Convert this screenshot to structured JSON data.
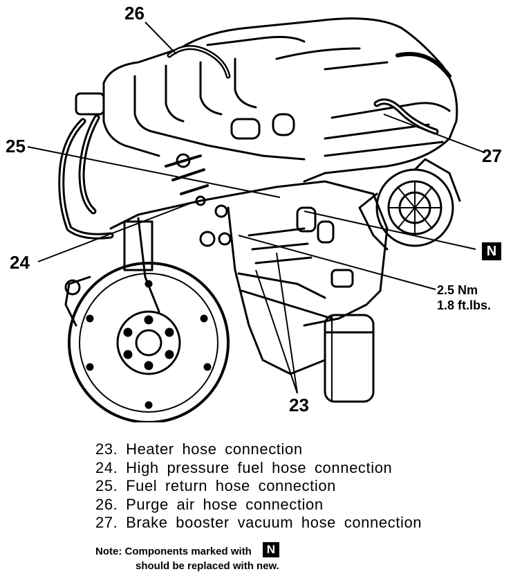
{
  "callouts": {
    "c23": "23",
    "c24": "24",
    "c25": "25",
    "c26": "26",
    "c27": "27"
  },
  "torque": {
    "line1": "2.5 Nm",
    "line2": "1.8 ft.lbs."
  },
  "badge": {
    "letter": "N"
  },
  "legend": {
    "items": [
      "23. Heater hose connection",
      "24. High pressure fuel hose connection",
      "25. Fuel return hose connection",
      "26. Purge air hose connection",
      "27. Brake booster vacuum hose connection"
    ]
  },
  "note": {
    "prefix": "Note: Components marked with",
    "suffix": "should be replaced with new."
  }
}
